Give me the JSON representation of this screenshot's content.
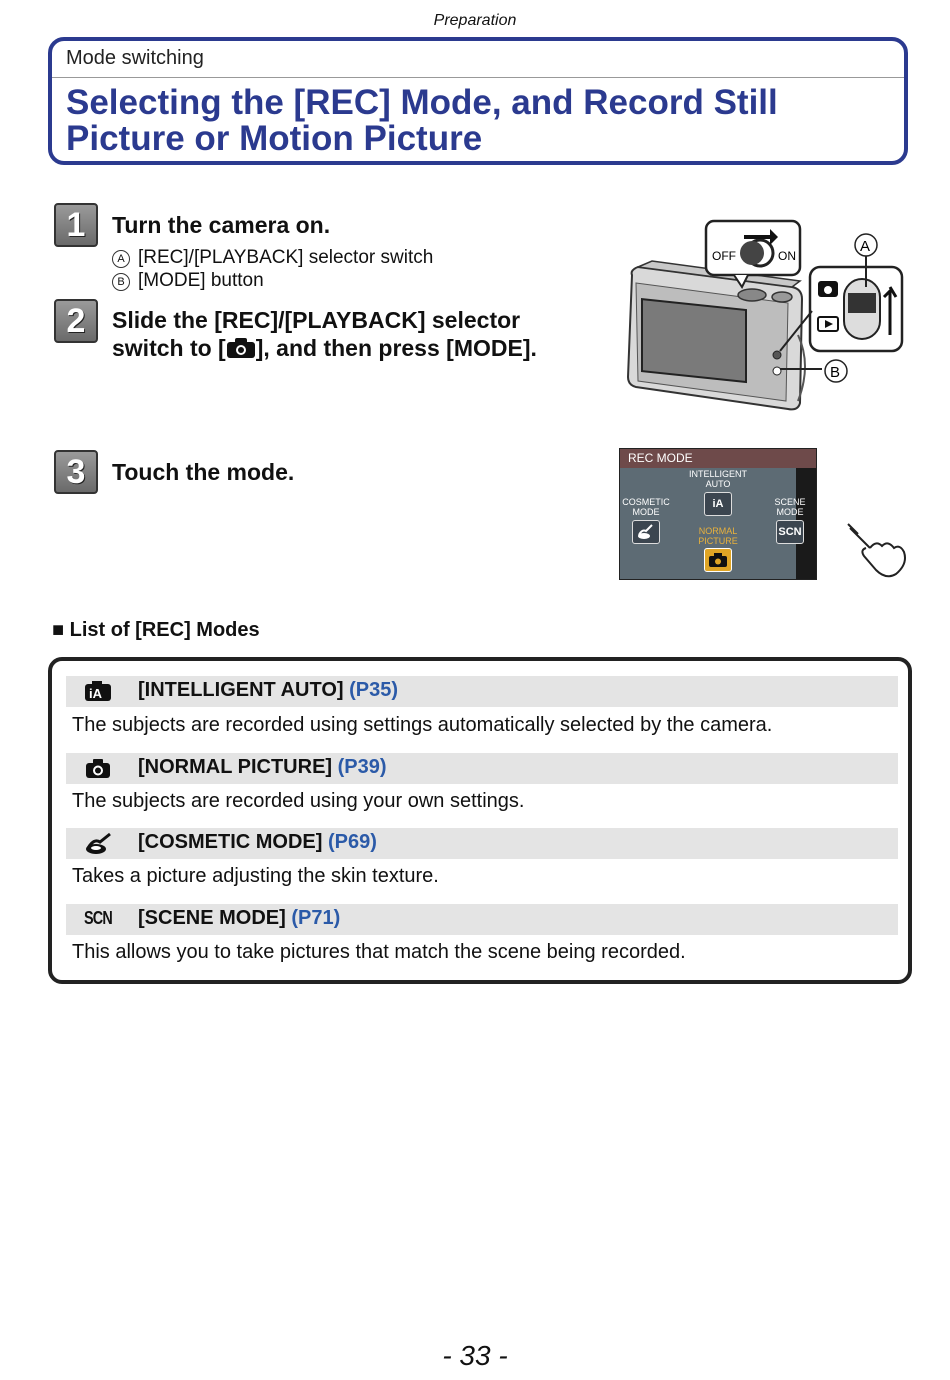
{
  "header": {
    "section": "Preparation"
  },
  "title": {
    "subtitle": "Mode switching",
    "main": "Selecting the [REC] Mode, and Record Still Picture or Motion Picture"
  },
  "steps": [
    {
      "number": "1",
      "text": "Turn the camera on.",
      "notes": [
        {
          "mark": "A",
          "text": "[REC]/[PLAYBACK] selector switch"
        },
        {
          "mark": "B",
          "text": "[MODE] button"
        }
      ]
    },
    {
      "number": "2",
      "text_before": "Slide the [REC]/[PLAYBACK] selector switch to [",
      "text_after": "], and then press [MODE]."
    },
    {
      "number": "3",
      "text": "Touch the mode."
    }
  ],
  "camera_figure": {
    "off_label": "OFF",
    "on_label": "ON",
    "mark_a": "A",
    "mark_b": "B"
  },
  "lcd_screen": {
    "header": "REC MODE",
    "intelligent_line1": "INTELLIGENT",
    "intelligent_line2": "AUTO",
    "cosmetic_line1": "COSMETIC",
    "cosmetic_line2": "MODE",
    "scene_line1": "SCENE",
    "scene_line2": "MODE",
    "normal_line1": "NORMAL",
    "normal_line2": "PICTURE",
    "ia_icon": "iA",
    "scn_icon": "SCN"
  },
  "list": {
    "heading": "■ List of [REC] Modes",
    "modes": [
      {
        "icon": "intelligent-auto-icon",
        "icon_text": "iA",
        "name": "[INTELLIGENT AUTO]",
        "ref": "(P35)",
        "desc": "The subjects are recorded using settings automatically selected by the camera."
      },
      {
        "icon": "camera-icon",
        "icon_text": "",
        "name": "[NORMAL PICTURE]",
        "ref": "(P39)",
        "desc": "The subjects are recorded using your own settings."
      },
      {
        "icon": "cosmetic-icon",
        "icon_text": "",
        "name": "[COSMETIC MODE]",
        "ref": "(P69)",
        "desc": "Takes a picture adjusting the skin texture."
      },
      {
        "icon": "scene-icon",
        "icon_text": "SCN",
        "name": "[SCENE MODE]",
        "ref": "(P71)",
        "desc": "This allows you to take pictures that match the scene being recorded."
      }
    ]
  },
  "footer": {
    "page_number": "- 33 -"
  },
  "colors": {
    "accent": "#2b3a8f",
    "link": "#2b5aa8"
  }
}
